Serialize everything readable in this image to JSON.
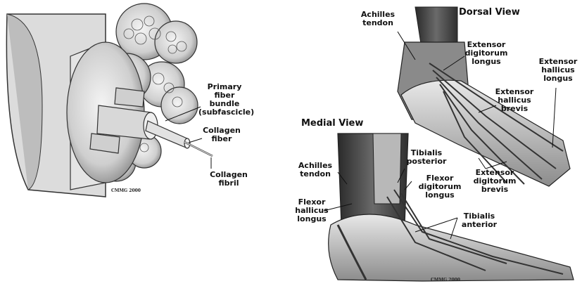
{
  "fiber": {
    "labels": {
      "primary_bundle": "Primary\nfiber bundle\n(subfascicle)",
      "collagen_fiber": "Collagen\nfiber",
      "collagen_fibril": "Collagen\nfibril"
    },
    "credit": "CMMG 2000"
  },
  "dorsal": {
    "title": "Dorsal View",
    "labels": {
      "achilles": "Achilles\ntendon",
      "ext_dig_longus": "Extensor\ndigitorum\nlongus",
      "ext_hal_longus": "Extensor\nhallicus\nlongus",
      "ext_hal_brevis": "Extensor\nhallicus\nbrevis",
      "ext_dig_brevis": "Extensor\ndigitorum\nbrevis"
    }
  },
  "medial": {
    "title": "Medial View",
    "labels": {
      "achilles": "Achilles\ntendon",
      "tib_post": "Tibialis\nposterior",
      "flex_dig_longus": "Flexor\ndigitorum\nlongus",
      "flex_hal_longus": "Flexor\nhallicus\nlongus",
      "tib_ant": "Tibialis\nanterior"
    },
    "credit": "CMMG 2000"
  }
}
